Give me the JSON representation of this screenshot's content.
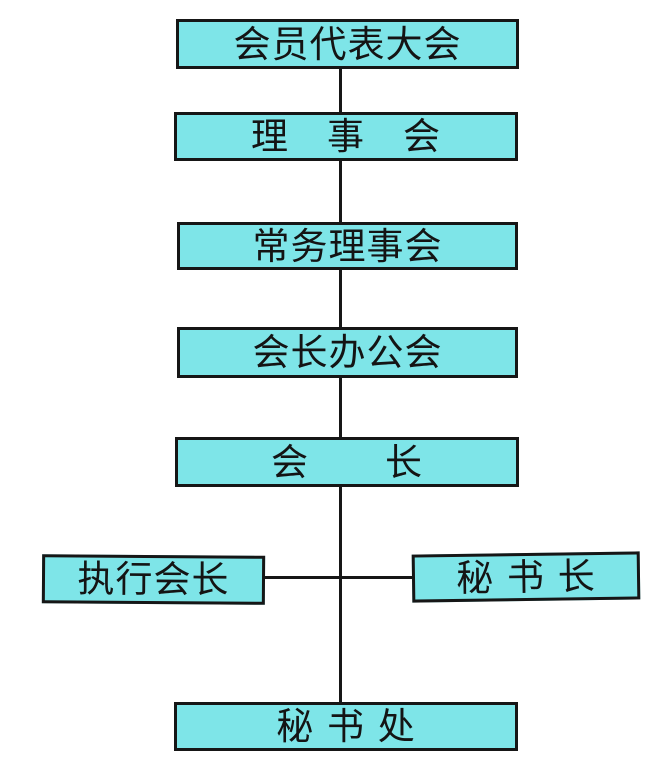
{
  "org_chart": {
    "type": "organizational-diagram",
    "background": "#ffffff",
    "colors": {
      "node_fill": "#7ee5e8",
      "node_border": "#161616",
      "connector": "#161616",
      "text": "#141414"
    },
    "nodes": [
      {
        "id": "member-assembly",
        "label": "会员代表大会"
      },
      {
        "id": "council",
        "label": "理　事　会"
      },
      {
        "id": "standing-council",
        "label": "常务理事会"
      },
      {
        "id": "presidents-office",
        "label": "会长办公会"
      },
      {
        "id": "president",
        "label": "会　　长"
      },
      {
        "id": "executive-president",
        "label": "执行会长"
      },
      {
        "id": "secretary-general",
        "label": "秘 书 长"
      },
      {
        "id": "secretariat",
        "label": "秘 书 处"
      }
    ],
    "edges": [
      {
        "from": "member-assembly",
        "to": "council"
      },
      {
        "from": "council",
        "to": "standing-council"
      },
      {
        "from": "standing-council",
        "to": "presidents-office"
      },
      {
        "from": "presidents-office",
        "to": "president"
      },
      {
        "from": "president",
        "to": "executive-president"
      },
      {
        "from": "president",
        "to": "secretary-general"
      },
      {
        "from": "president",
        "to": "secretariat"
      }
    ]
  }
}
